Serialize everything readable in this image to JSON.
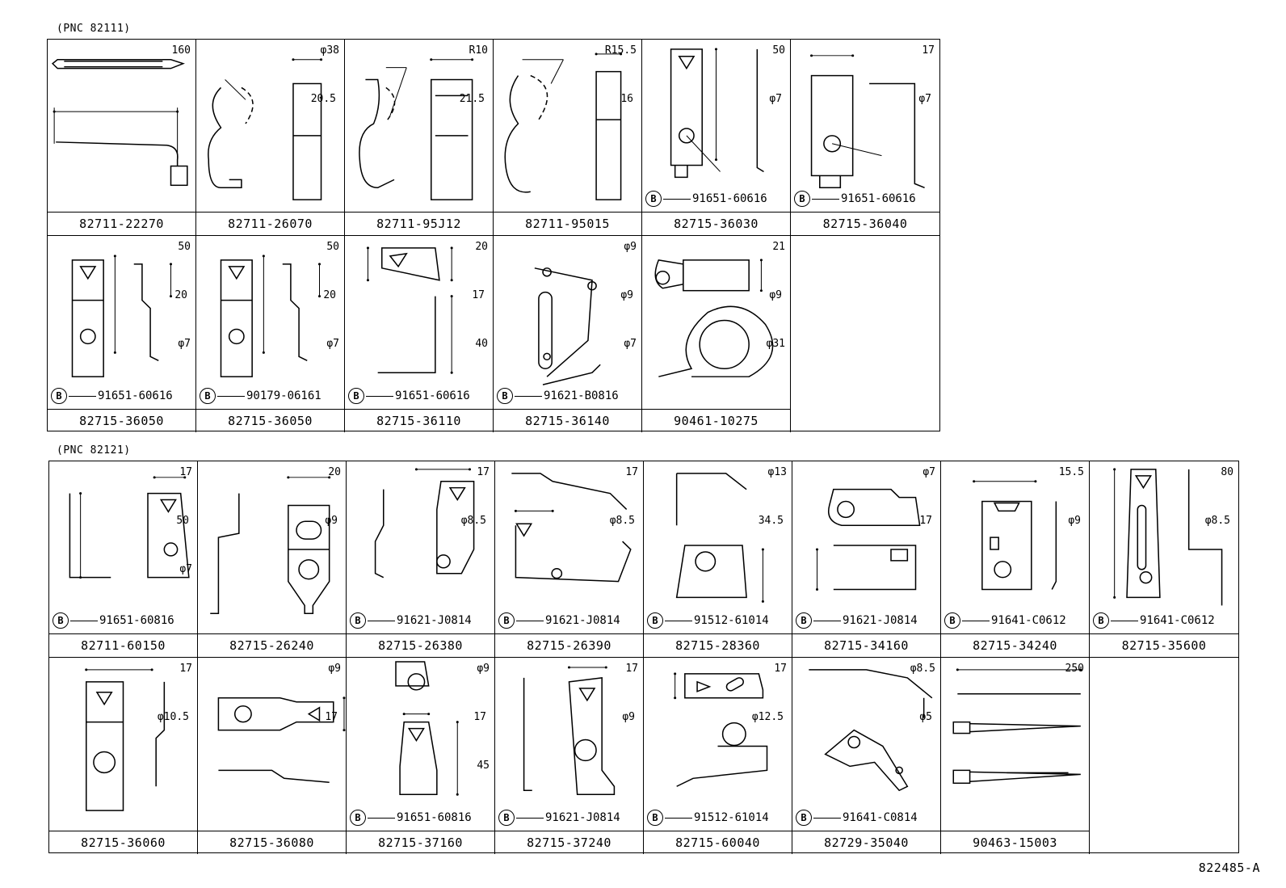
{
  "section1": {
    "pnc": "(PNC 82111)",
    "cells": [
      {
        "part": "82711-22270",
        "labels": [
          "160"
        ],
        "bolt": null
      },
      {
        "part": "82711-26070",
        "labels": [
          "φ38",
          "20.5"
        ],
        "bolt": null
      },
      {
        "part": "82711-95J12",
        "labels": [
          "R10",
          "21.5"
        ],
        "bolt": null
      },
      {
        "part": "82711-95015",
        "labels": [
          "R15.5",
          "16"
        ],
        "bolt": null
      },
      {
        "part": "82715-36030",
        "labels": [
          "50",
          "φ7"
        ],
        "bolt": "91651-60616"
      },
      {
        "part": "82715-36040",
        "labels": [
          "17",
          "φ7"
        ],
        "bolt": "91651-60616"
      },
      {
        "part": "82715-36050",
        "labels": [
          "50",
          "20",
          "φ7"
        ],
        "bolt": "91651-60616"
      },
      {
        "part": "82715-36050",
        "labels": [
          "50",
          "20",
          "φ7"
        ],
        "bolt": "90179-06161"
      },
      {
        "part": "82715-36110",
        "labels": [
          "20",
          "17",
          "40"
        ],
        "bolt": "91651-60616"
      },
      {
        "part": "82715-36140",
        "labels": [
          "φ9",
          "φ9",
          "φ7"
        ],
        "bolt": "91621-B0816"
      },
      {
        "part": "90461-10275",
        "labels": [
          "21",
          "φ9",
          "φ31"
        ],
        "bolt": null
      }
    ]
  },
  "section2": {
    "pnc": "(PNC 82121)",
    "cells": [
      {
        "part": "82711-60150",
        "labels": [
          "17",
          "50",
          "φ7"
        ],
        "bolt": "91651-60816"
      },
      {
        "part": "82715-26240",
        "labels": [
          "20",
          "φ9"
        ],
        "bolt": null
      },
      {
        "part": "82715-26380",
        "labels": [
          "17",
          "φ8.5"
        ],
        "bolt": "91621-J0814"
      },
      {
        "part": "82715-26390",
        "labels": [
          "17",
          "φ8.5"
        ],
        "bolt": "91621-J0814"
      },
      {
        "part": "82715-28360",
        "labels": [
          "φ13",
          "34.5"
        ],
        "bolt": "91512-61014"
      },
      {
        "part": "82715-34160",
        "labels": [
          "φ7",
          "17"
        ],
        "bolt": "91621-J0814"
      },
      {
        "part": "82715-34240",
        "labels": [
          "15.5",
          "φ9"
        ],
        "bolt": "91641-C0612"
      },
      {
        "part": "82715-35600",
        "labels": [
          "80",
          "φ8.5"
        ],
        "bolt": "91641-C0612"
      },
      {
        "part": "82715-36060",
        "labels": [
          "17",
          "φ10.5"
        ],
        "bolt": null
      },
      {
        "part": "82715-36080",
        "labels": [
          "φ9",
          "17"
        ],
        "bolt": null
      },
      {
        "part": "82715-37160",
        "labels": [
          "φ9",
          "17",
          "45"
        ],
        "bolt": "91651-60816"
      },
      {
        "part": "82715-37240",
        "labels": [
          "17",
          "φ9"
        ],
        "bolt": "91621-J0814"
      },
      {
        "part": "82715-60040",
        "labels": [
          "17",
          "φ12.5"
        ],
        "bolt": "91512-61014"
      },
      {
        "part": "82729-35040",
        "labels": [
          "φ8.5",
          "φ5"
        ],
        "bolt": "91641-C0814"
      },
      {
        "part": "90463-15003",
        "labels": [
          "250"
        ],
        "bolt": null
      }
    ]
  },
  "bolt_marker": "B",
  "reference": "822485-A"
}
